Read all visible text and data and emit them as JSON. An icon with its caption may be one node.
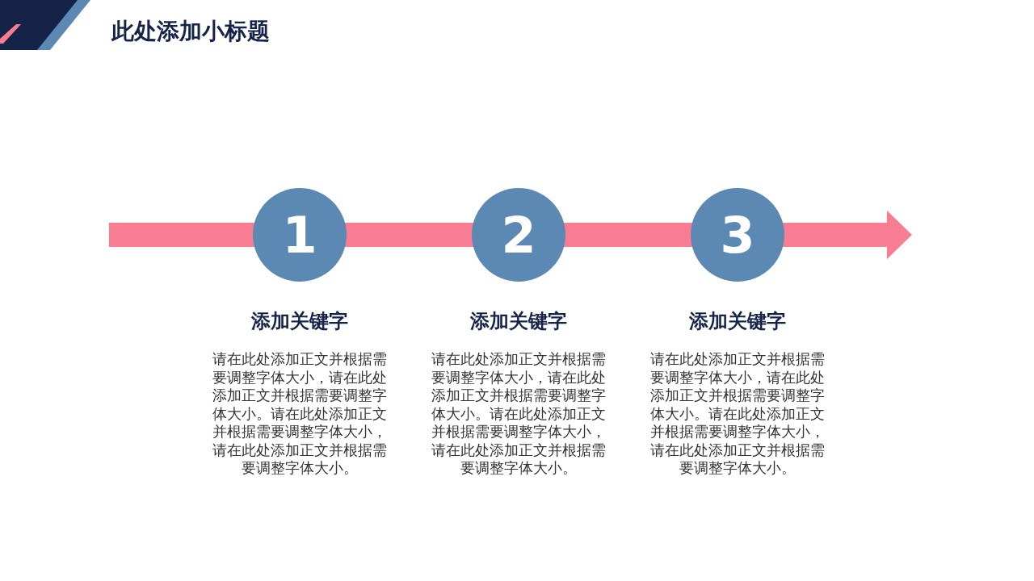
{
  "diagram": {
    "title": "此处添加小标题",
    "nodes": [
      {
        "text": [
          "1"
        ],
        "beside": [
          "添加关键字",
          "请在此处添加正文并根据需要调整字体大小，请在此处添加正文并根据需要调整字体大小。请在此处添加正文并根据需要调整字体大小，请在此处添加正文并根据需要调整字体大小。"
        ]
      },
      {
        "text": [
          "2"
        ],
        "beside": [
          "添加关键字",
          "请在此处添加正文并根据需要调整字体大小，请在此处添加正文并根据需要调整字体大小。请在此处添加正文并根据需要调整字体大小，请在此处添加正文并根据需要调整字体大小。"
        ]
      },
      {
        "text": [
          "3"
        ],
        "beside": [
          "添加关键字",
          "请在此处添加正文并根据需要调整字体大小，请在此处添加正文并根据需要调整字体大小。请在此处添加正文并根据需要调整字体大小，请在此处添加正文并根据需要调整字体大小。"
        ]
      }
    ],
    "edges": [
      {
        "from": null,
        "to": 0,
        "arrow": "none"
      },
      {
        "from": 0,
        "to": 1,
        "arrow": "none"
      },
      {
        "from": 1,
        "to": 2,
        "arrow": "none"
      },
      {
        "from": 2,
        "to": null,
        "arrow": "to"
      }
    ]
  }
}
